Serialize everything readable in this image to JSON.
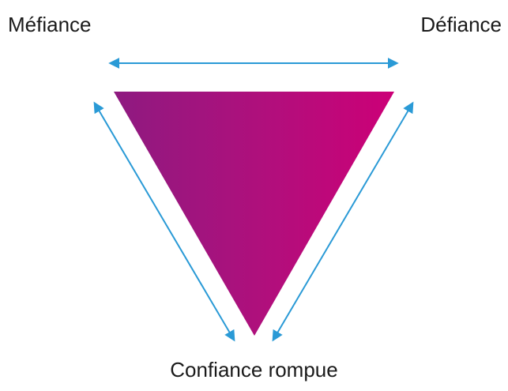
{
  "labels": {
    "top_left": "Méfiance",
    "top_right": "Défiance",
    "bottom": "Confiance rompue"
  },
  "colors": {
    "triangle_gradient_start": "#8e1a80",
    "triangle_gradient_mid": "#b10f7c",
    "triangle_gradient_end": "#cc0077",
    "arrow": "#2a9ad6",
    "text": "#1a1a1a"
  }
}
